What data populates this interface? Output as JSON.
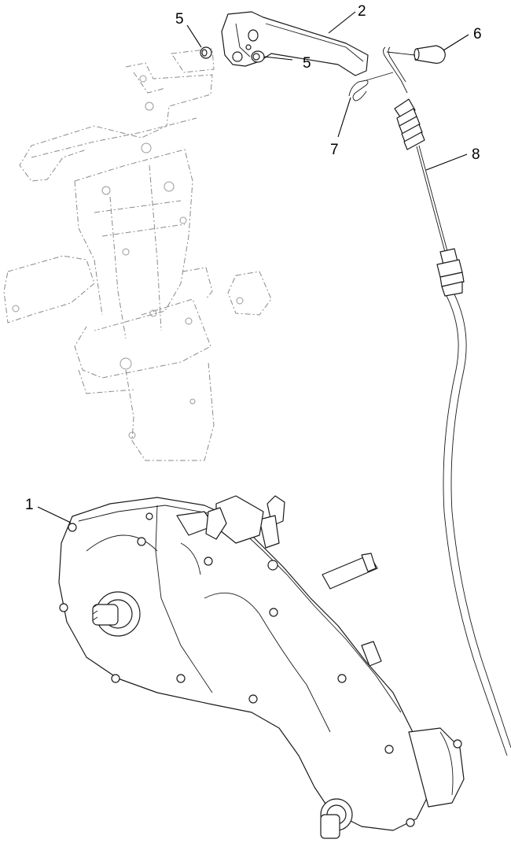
{
  "callouts": [
    {
      "id": "c1",
      "label": "1"
    },
    {
      "id": "c2",
      "label": "2"
    },
    {
      "id": "c5a",
      "label": "5"
    },
    {
      "id": "c5b",
      "label": "5"
    },
    {
      "id": "c6",
      "label": "6"
    },
    {
      "id": "c7",
      "label": "7"
    },
    {
      "id": "c8",
      "label": "8"
    }
  ],
  "parts": {
    "frame": "phantom-frame-outline",
    "transmission": "transaxle-assembly",
    "pedal": "pedal-lever",
    "bushings": "bushing",
    "knob": "knob",
    "clip": "hairpin-clip",
    "cable": "control-cable-with-spring"
  }
}
